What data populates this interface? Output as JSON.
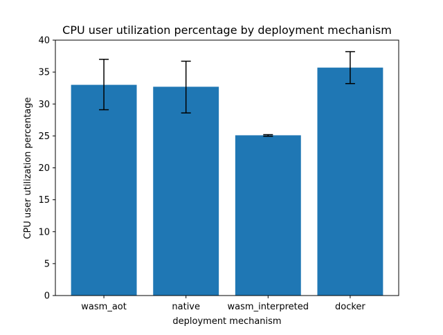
{
  "chart_data": {
    "type": "bar",
    "title": "CPU user utilization percentage by deployment mechanism",
    "xlabel": "deployment mechanism",
    "ylabel": "CPU user utilization percentage",
    "categories": [
      "wasm_aot",
      "native",
      "wasm_interpreted",
      "docker"
    ],
    "values": [
      33.0,
      32.7,
      25.1,
      35.7
    ],
    "error_low": [
      29.1,
      28.6,
      24.95,
      33.2
    ],
    "error_high": [
      37.0,
      36.7,
      25.2,
      38.2
    ],
    "ylim": [
      0,
      40
    ],
    "yticks": [
      "0",
      "5",
      "10",
      "15",
      "20",
      "25",
      "30",
      "35",
      "40"
    ],
    "bar_color": "#1f77b4",
    "error_color": "#000000",
    "grid": false,
    "legend": "none"
  }
}
